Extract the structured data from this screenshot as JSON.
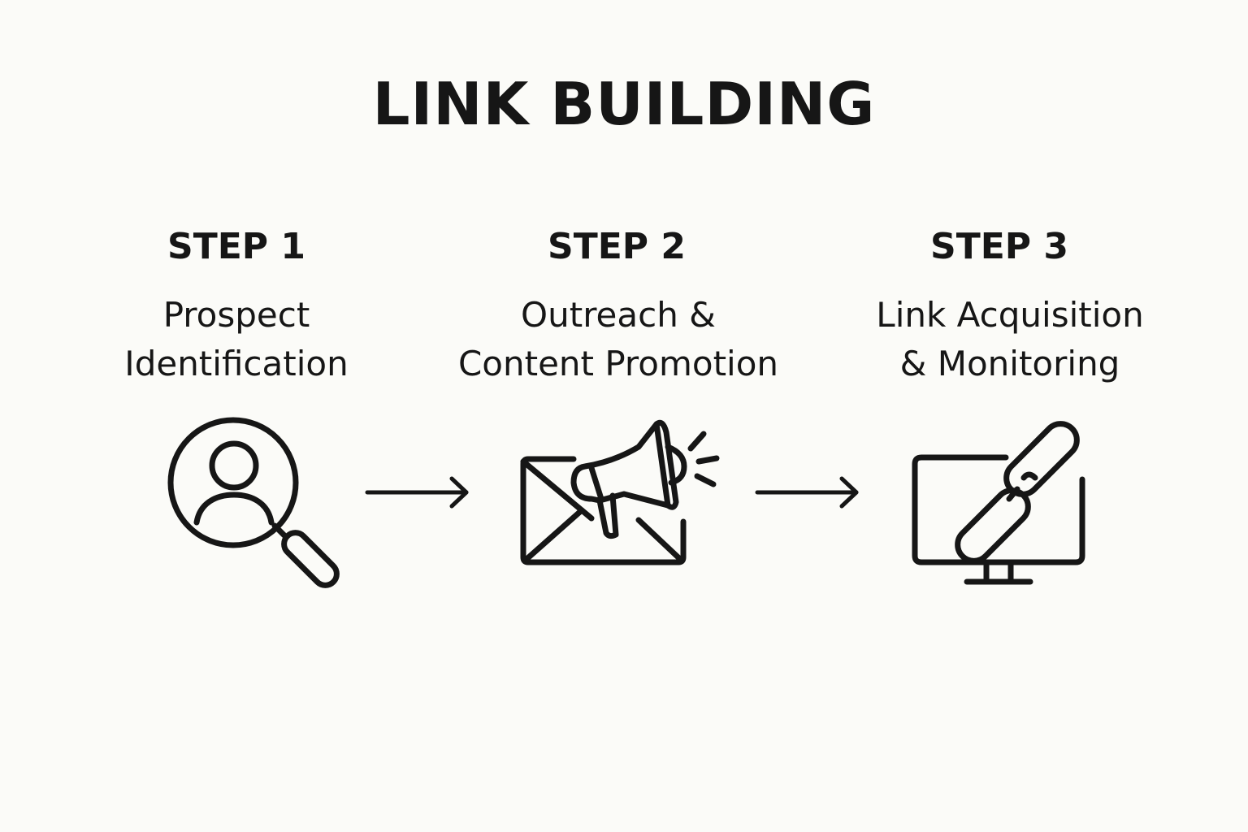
{
  "title": "LINK BUILDING",
  "steps": [
    {
      "label": "STEP 1",
      "desc_line1": "Prospect",
      "desc_line2": "Identification",
      "icon": "person-search-icon"
    },
    {
      "label": "STEP 2",
      "desc_line1": "Outreach &",
      "desc_line2": "Content Promotion",
      "icon": "email-megaphone-icon"
    },
    {
      "label": "STEP 3",
      "desc_line1": "Link Acquisition",
      "desc_line2": "& Monitoring",
      "icon": "monitor-link-icon"
    }
  ],
  "colors": {
    "background": "#fbfbf8",
    "ink": "#161616"
  }
}
